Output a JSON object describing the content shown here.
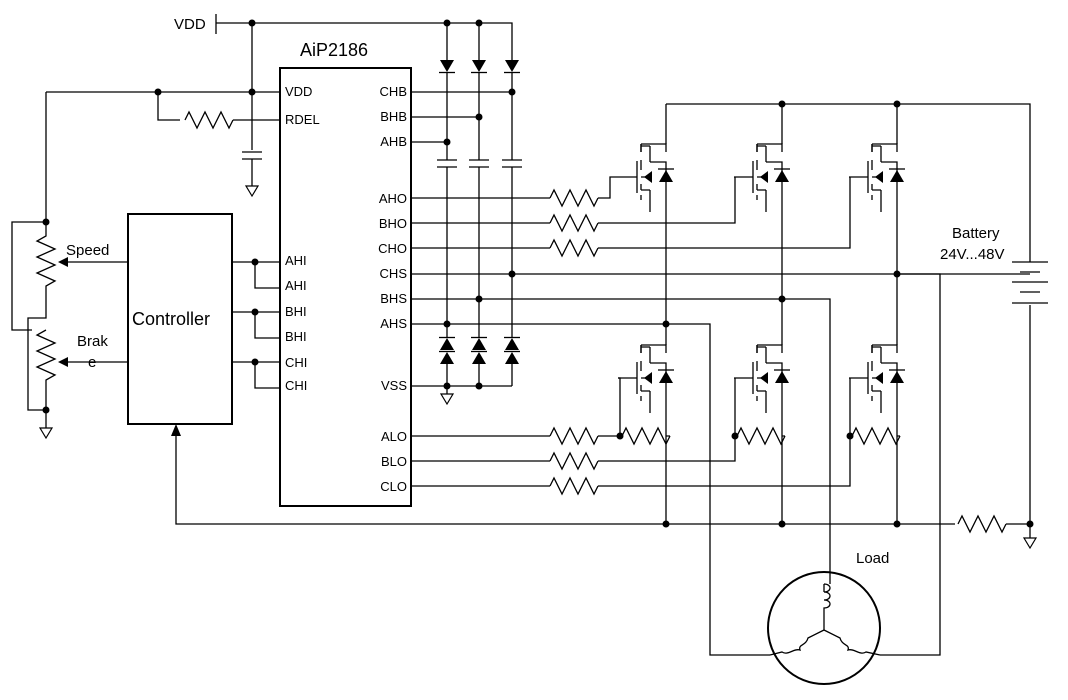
{
  "supply_label": "VDD",
  "ic": {
    "name": "AiP2186",
    "left_pins": [
      "VDD",
      "RDEL",
      "AHI",
      "AHI",
      "BHI",
      "BHI",
      "CHI",
      "CHI"
    ],
    "right_pins": [
      "CHB",
      "BHB",
      "AHB",
      "AHO",
      "BHO",
      "CHO",
      "CHS",
      "BHS",
      "AHS",
      "VSS",
      "ALO",
      "BLO",
      "CLO"
    ]
  },
  "controller": {
    "label": "Controller",
    "speed_label": "Speed",
    "brake_label_1": "Brak",
    "brake_label_2": "e"
  },
  "battery": {
    "label": "Battery",
    "range": "24V...48V"
  },
  "load_label": "Load"
}
